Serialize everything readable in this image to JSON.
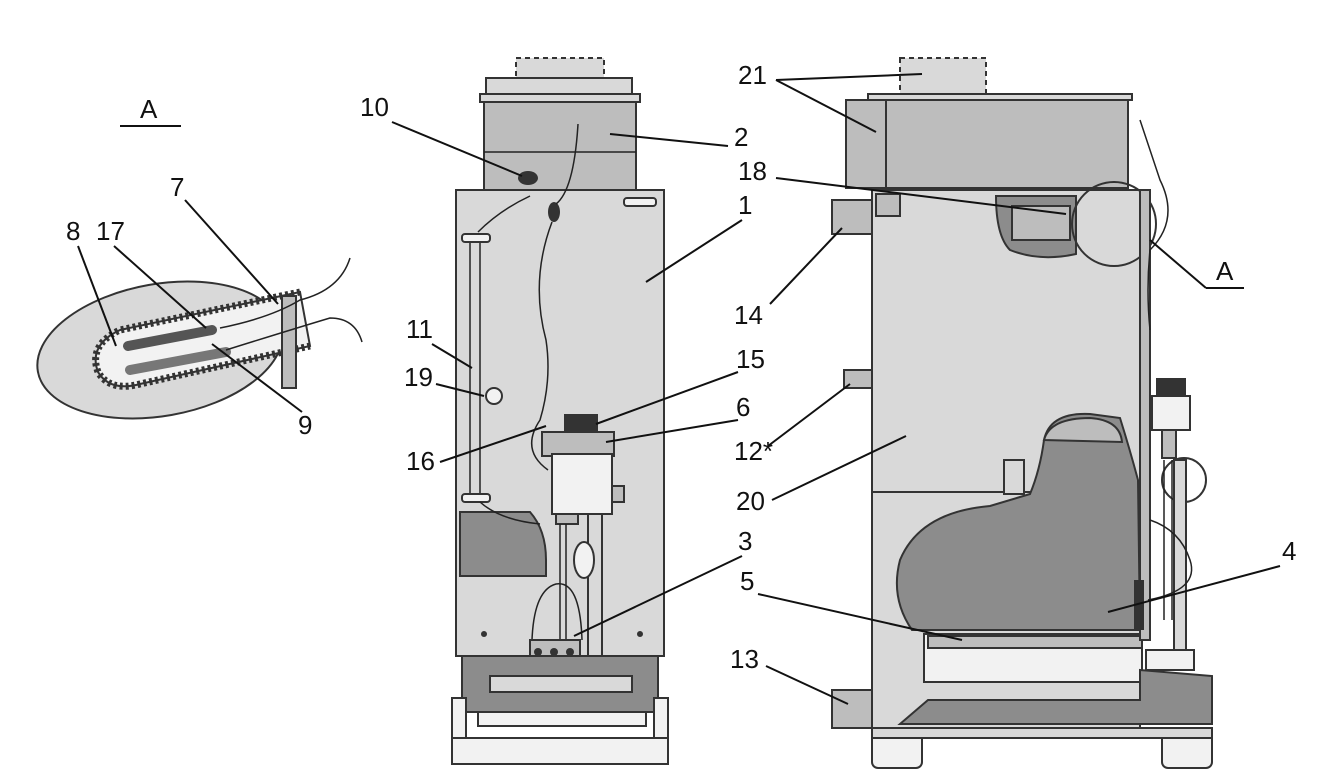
{
  "diagram": {
    "section_label": "A",
    "callouts": {
      "c1": "1",
      "c2": "2",
      "c3": "3",
      "c4": "4",
      "c5": "5",
      "c6": "6",
      "c7": "7",
      "c8": "8",
      "c9": "9",
      "c10": "10",
      "c11": "11",
      "c12": "12*",
      "c13": "13",
      "c14": "14",
      "c15": "15",
      "c16": "16",
      "c17": "17",
      "c18": "18",
      "c19": "19",
      "c20": "20",
      "c21": "21",
      "detail_ref": "A"
    },
    "colors": {
      "light": "#d9d9d9",
      "mid": "#bdbdbd",
      "dark": "#8c8c8c",
      "outline": "#333333"
    }
  }
}
